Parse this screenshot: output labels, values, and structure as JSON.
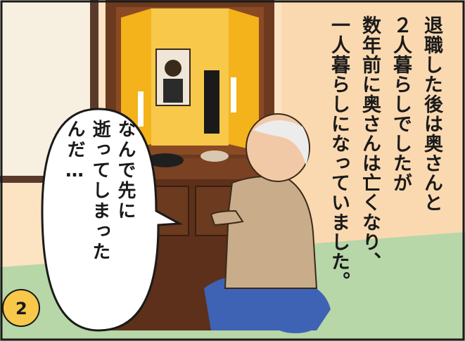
{
  "narration": {
    "text": "退職した後は奥さんと\n２人暮らしでしたが\n数年前に奥さんは亡くなり、\n一人暮らしになっていました。"
  },
  "speech_bubble": {
    "text": "なんで先に\n逝ってしまった\nんだ…"
  },
  "page_number": "2",
  "colors": {
    "wall": "#fce3c2",
    "tatami": "#b7d7a8",
    "altar_wood": "#6b3a1f",
    "altar_gold": "#f4b21b",
    "shirt": "#c9ad8a",
    "pants": "#3f63b4"
  }
}
